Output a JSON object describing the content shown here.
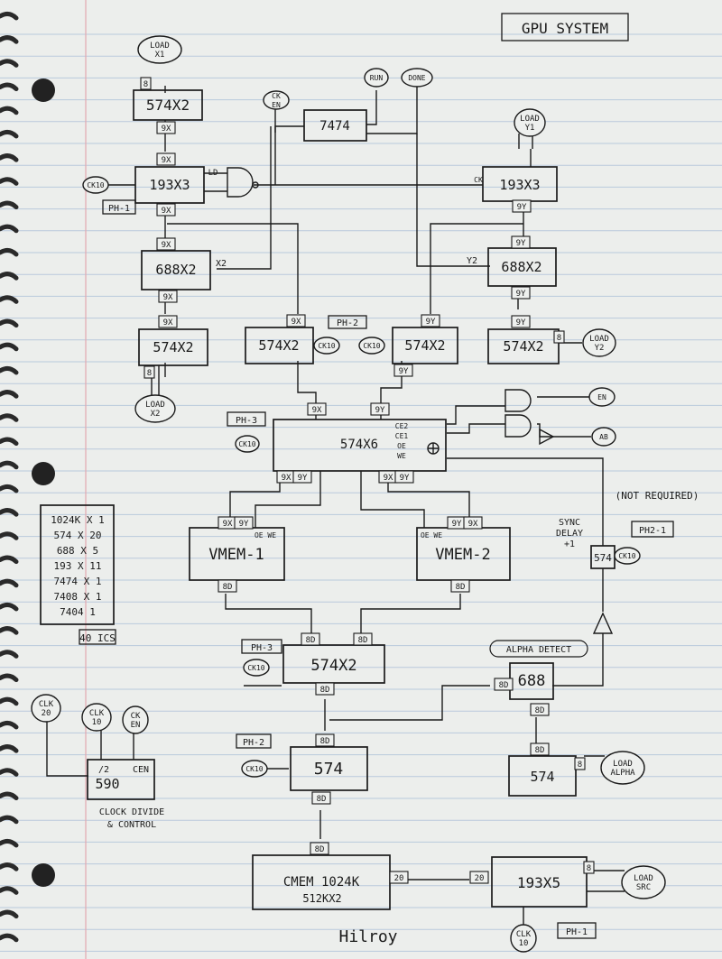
{
  "title": "GPU SYSTEM",
  "chips": {
    "c574x2_x1": "574X2",
    "c193x3_x": "193X3",
    "c7474": "7474",
    "c193x3_y": "193X3",
    "c688x2_x": "688X2",
    "c688x2_y": "688X2",
    "c574x2_x2": "574X2",
    "c574x2_mx": "574X2",
    "c574x2_my": "574X2",
    "c574x2_y2": "574X2",
    "c574x6": "574X6",
    "vmem1": "VMEM-1",
    "vmem2": "VMEM-2",
    "sync574": "574",
    "c574x2_pix": "574X2",
    "c688_alpha": "688",
    "c590": "590",
    "c574_cmem": "574",
    "c574_alpha": "574",
    "cmem": "CMEM 1024K",
    "cmem_sub": "512KX2",
    "c193x5": "193X5"
  },
  "signals": {
    "load_x1": [
      "LOAD",
      "X1"
    ],
    "ck_en_top": [
      "CK",
      "EN"
    ],
    "run": [
      "RUN"
    ],
    "done": [
      "DONE"
    ],
    "load_y1": [
      "LOAD",
      "Y1"
    ],
    "ck10_a": [
      "CK10"
    ],
    "ck10_b": [
      "CK10"
    ],
    "ck10_c": [
      "CK10"
    ],
    "load_x2": [
      "LOAD",
      "X2"
    ],
    "load_y2": [
      "LOAD",
      "Y2"
    ],
    "en": [
      "EN"
    ],
    "ab": [
      "AB"
    ],
    "ck10_d": [
      "CK10"
    ],
    "ck10_e": [
      "CK10"
    ],
    "ck10_f": [
      "CK10"
    ],
    "ck10_g": [
      "CK10"
    ],
    "clk20": [
      "CLK",
      "20"
    ],
    "clk10": [
      "CLK",
      "10"
    ],
    "ck_en_bot": [
      "CK",
      "EN"
    ],
    "load_alpha": [
      "LOAD",
      "ALPHA"
    ],
    "load_src": [
      "LOAD",
      "SRC"
    ],
    "clk10_bot": [
      "CLK",
      "10"
    ]
  },
  "phases": {
    "ph1_top": "PH-1",
    "ph2_mid": "PH-2",
    "ph3_a": "PH-3",
    "ph21": "PH2-1",
    "ph3_b": "PH-3",
    "ph2_b": "PH-2",
    "ph1_bot": "PH-1"
  },
  "annotations": {
    "not_required": "(NOT REQUIRED)",
    "sync_delay": [
      "SYNC",
      "DELAY",
      "+1"
    ],
    "alpha_detect": "ALPHA DETECT",
    "clock_divide": [
      "CLOCK DIVIDE",
      "& CONTROL"
    ],
    "ld": "LD",
    "x2_bar": "X2",
    "y2_bar": "Y2",
    "ic_total": "40 ICS",
    "watermark": "Hilroy",
    "ck": "CK",
    "pin_590_in": "/2",
    "pin_590_cen": "CEN",
    "pin_574x6": [
      "CE2",
      "CE1",
      "OE",
      "WE"
    ],
    "pin_vmem": "OE WE"
  },
  "ic_tally": [
    "1024K X 1",
    "574 X 20",
    "688 X 5",
    "193 X 11",
    "7474 X 1",
    "7408 X 1",
    "7404 1"
  ],
  "pins": {
    "p_x1_8": "8",
    "p_574x2_x1_out": "9X",
    "p_193x3_x_in": "9X",
    "p_193x3_x_out": "9X",
    "p_688x_in": "9X",
    "p_688x_out": "9X",
    "p_574x2_x2_out": "9X",
    "p_x2_8": "8",
    "p_y1_in": "9Y",
    "p_193y_out": "9Y",
    "p_688y_in": "9Y",
    "p_688y_out": "9Y",
    "p_574y2_out": "9Y",
    "p_y2_8": "8",
    "p_mx_in": "9X",
    "p_my_in": "9Y",
    "p_my_out": "9Y",
    "p_574x6_x": "9X",
    "p_574x6_y": "9Y",
    "p_574x6_o1": "9X",
    "p_574x6_o2": "9Y",
    "p_574x6_o3": "9X",
    "p_574x6_o4": "9Y",
    "p_vm1_x": "9X",
    "p_vm1_y": "9Y",
    "p_vm1_d": "8D",
    "p_vm2_y": "9Y",
    "p_vm2_x": "9X",
    "p_vm2_d": "8D",
    "p_pix_in1": "8D",
    "p_pix_in2": "8D",
    "p_pix_out": "8D",
    "p_cmem574_in": "8D",
    "p_cmem574_out": "8D",
    "p_cmem_out": "8D",
    "p_cmem_in": "20",
    "p_193x5_out": "20",
    "p_193x5_8": "8",
    "p_688a_in": "8D",
    "p_688a_in2": "8D",
    "p_574a_out": "8D",
    "p_574a_8": "8"
  }
}
